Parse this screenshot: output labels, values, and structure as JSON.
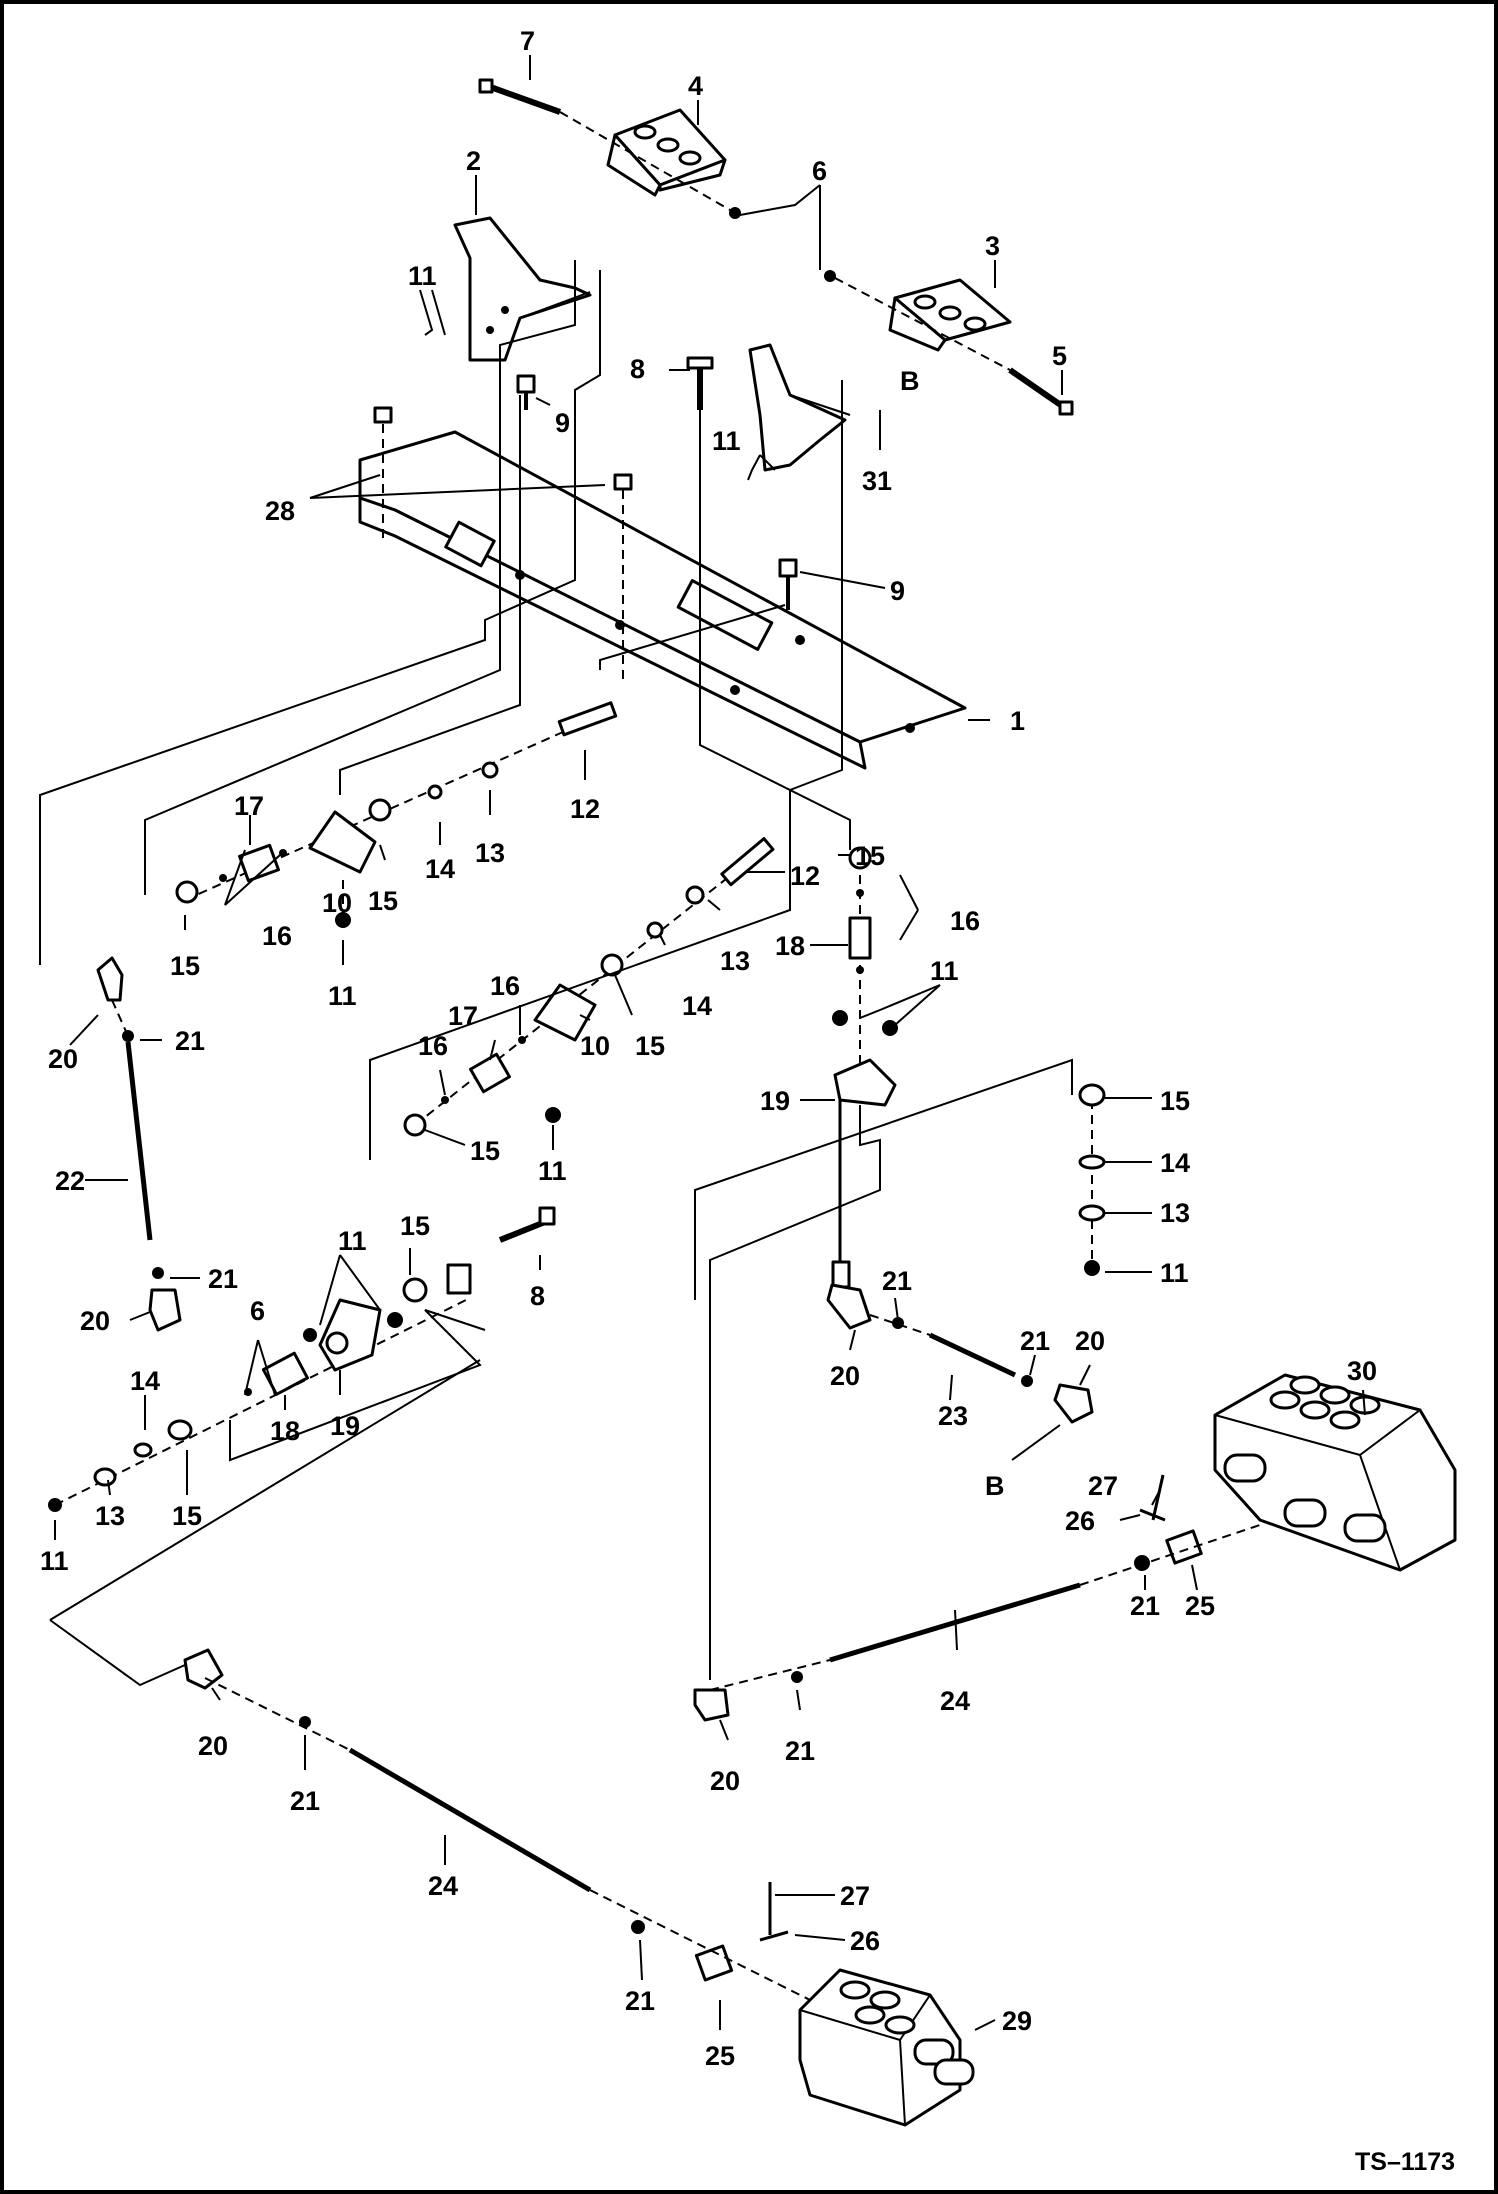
{
  "drawing": {
    "id": "TS–1173",
    "refs": {
      "n1": "1",
      "n2": "2",
      "n3": "3",
      "n4": "4",
      "n5": "5",
      "n6": "6",
      "n7": "7",
      "n8": "8",
      "n9": "9",
      "n10": "10",
      "n11": "11",
      "n12": "12",
      "n13": "13",
      "n14": "14",
      "n15": "15",
      "n16": "16",
      "n17": "17",
      "n18": "18",
      "n19": "19",
      "n20": "20",
      "n21": "21",
      "n22": "22",
      "n23": "23",
      "n24": "24",
      "n25": "25",
      "n26": "26",
      "n27": "27",
      "n28": "28",
      "n29": "29",
      "n30": "30",
      "n31": "31",
      "B": "B"
    }
  }
}
